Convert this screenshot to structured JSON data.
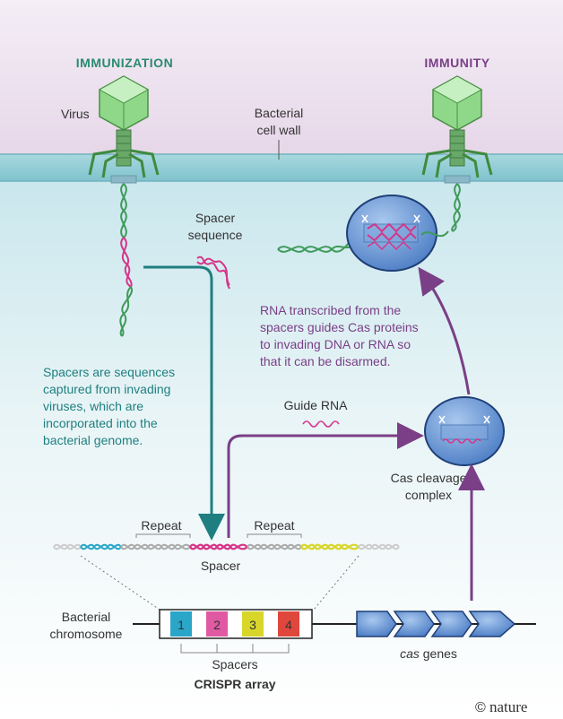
{
  "headers": {
    "left": "IMMUNIZATION",
    "right": "IMMUNITY"
  },
  "labels": {
    "virus": "Virus",
    "cell_wall_1": "Bacterial",
    "cell_wall_2": "cell wall",
    "spacer_seq_1": "Spacer",
    "spacer_seq_2": "sequence",
    "guide_rna": "Guide RNA",
    "cas_complex_1": "Cas cleavage",
    "cas_complex_2": "complex",
    "repeat_left": "Repeat",
    "repeat_right": "Repeat",
    "spacer": "Spacer",
    "chromosome_1": "Bacterial",
    "chromosome_2": "chromosome",
    "spacers": "Spacers",
    "crispr_array": "CRISPR array",
    "cas_genes_italic": "cas",
    "cas_genes_rest": " genes",
    "credit_symbol": "©",
    "credit": "nature"
  },
  "notes": {
    "teal": [
      "Spacers are sequences",
      "captured from invading",
      "viruses, which are",
      "incorporated into the",
      "bacterial genome."
    ],
    "purple": [
      "RNA transcribed from the",
      "spacers guides Cas proteins",
      "to invading DNA or RNA so",
      "that it can be disarmed."
    ]
  },
  "crispr_boxes": [
    "1",
    "2",
    "3",
    "4"
  ],
  "colors": {
    "header": "#2a8a6e",
    "teal": "#1f7f80",
    "purple": "#7a3f86",
    "magenta": "#d6358a",
    "cyan": "#2aa6c9",
    "yellow": "#d8d62a",
    "red": "#e0473c",
    "cas_blue": "#5d8fd0",
    "virus_green": "#4caf50"
  }
}
